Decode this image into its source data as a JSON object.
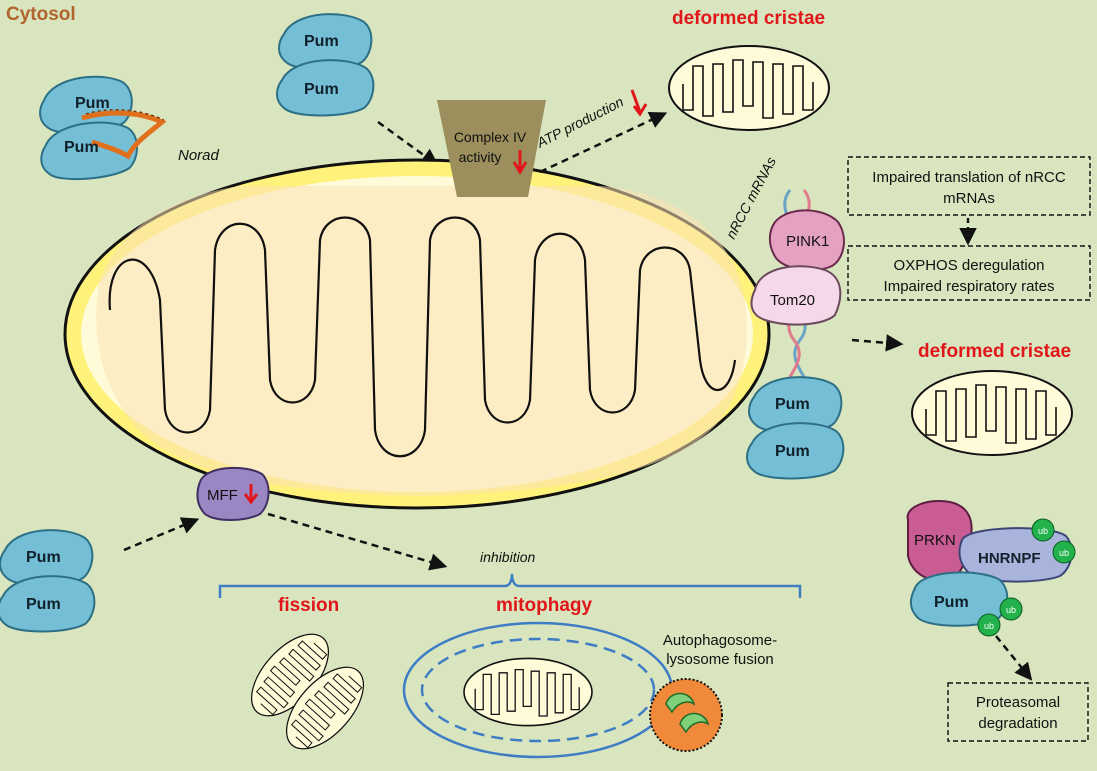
{
  "labels": {
    "cytosol": "Cytosol",
    "pum": "Pum",
    "norad": "Norad",
    "complex_iv_line1": "Complex IV",
    "complex_iv_line2": "activity",
    "atp_production": "ATP production",
    "deformed_cristae": "deformed cristae",
    "nrcc_mrnas": "nRCC mRNAs",
    "pink1": "PINK1",
    "tom20": "Tom20",
    "mff": "MFF",
    "inhibition": "inhibition",
    "fission": "fission",
    "mitophagy": "mitophagy",
    "autophagosome_line1": "Autophagosome-",
    "autophagosome_line2": "lysosome fusion",
    "prkn": "PRKN",
    "hnrnpf": "HNRNPF",
    "ub": "ub"
  },
  "boxes": {
    "translation_line1": "Impaired translation of nRCC",
    "translation_line2": "mRNAs",
    "oxphos_line1": "OXPHOS deregulation",
    "oxphos_line2": "Impaired respiratory rates",
    "proteasomal_line1": "Proteasomal",
    "proteasomal_line2": "degradation"
  },
  "colors": {
    "background": "#d9e5bf",
    "pum_fill": "#74bed6",
    "mito_membrane": "#fff27a",
    "mito_matrix": "#fffbd8",
    "cristae": "#fbe1b5",
    "highlight_red": "#e0161b",
    "complex_iv": "#9c8f5d",
    "pink1": "#e5a1c2",
    "tom20": "#f5d8ea",
    "mff": "#9a86c2",
    "prkn": "#c85c93",
    "hnrnpf": "#a9b4dd",
    "ubiquitin": "#23b14b",
    "lysosome": "#f08a3a",
    "bracket_blue": "#3e7cc4"
  }
}
